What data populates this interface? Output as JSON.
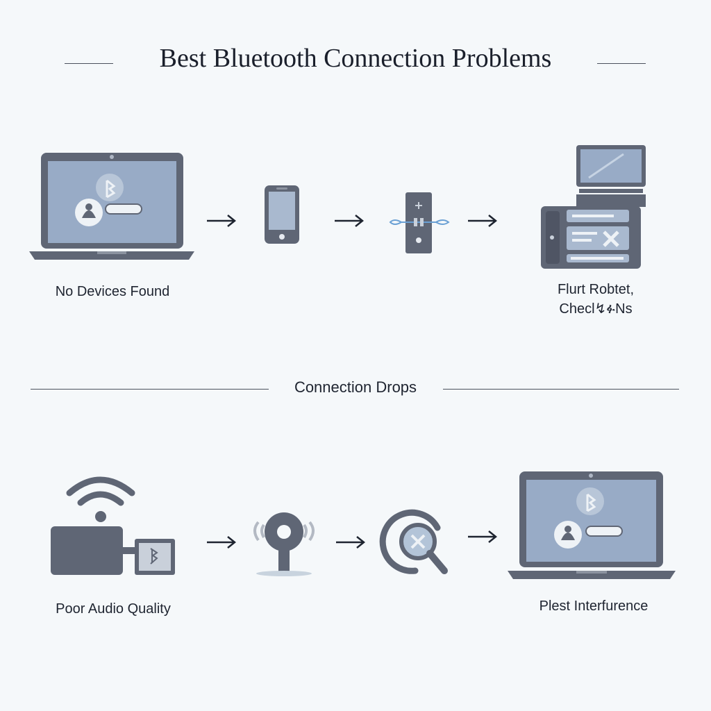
{
  "title": "Best Bluetooth Connection Problems",
  "section_label": "Connection Drops",
  "captions": {
    "no_devices": "No Devices Found",
    "flurt_line1": "Flurt Robtet,",
    "flurt_line2": "Checl↯ፉNs",
    "poor_audio": "Poor Audio Quality",
    "interference": "Plest Interfurence"
  },
  "icons": {
    "top_row": [
      "laptop-bluetooth-icon",
      "smartphone-icon",
      "bluetooth-adapter-icon",
      "computer-error-icon"
    ],
    "bottom_row": [
      "wifi-router-icon",
      "speaker-icon",
      "search-error-icon",
      "laptop-bluetooth-icon"
    ]
  },
  "colors": {
    "device_dark": "#5f6675",
    "screen_blue": "#98abc6",
    "text": "#1e2430",
    "accent": "#6aa0d4"
  }
}
